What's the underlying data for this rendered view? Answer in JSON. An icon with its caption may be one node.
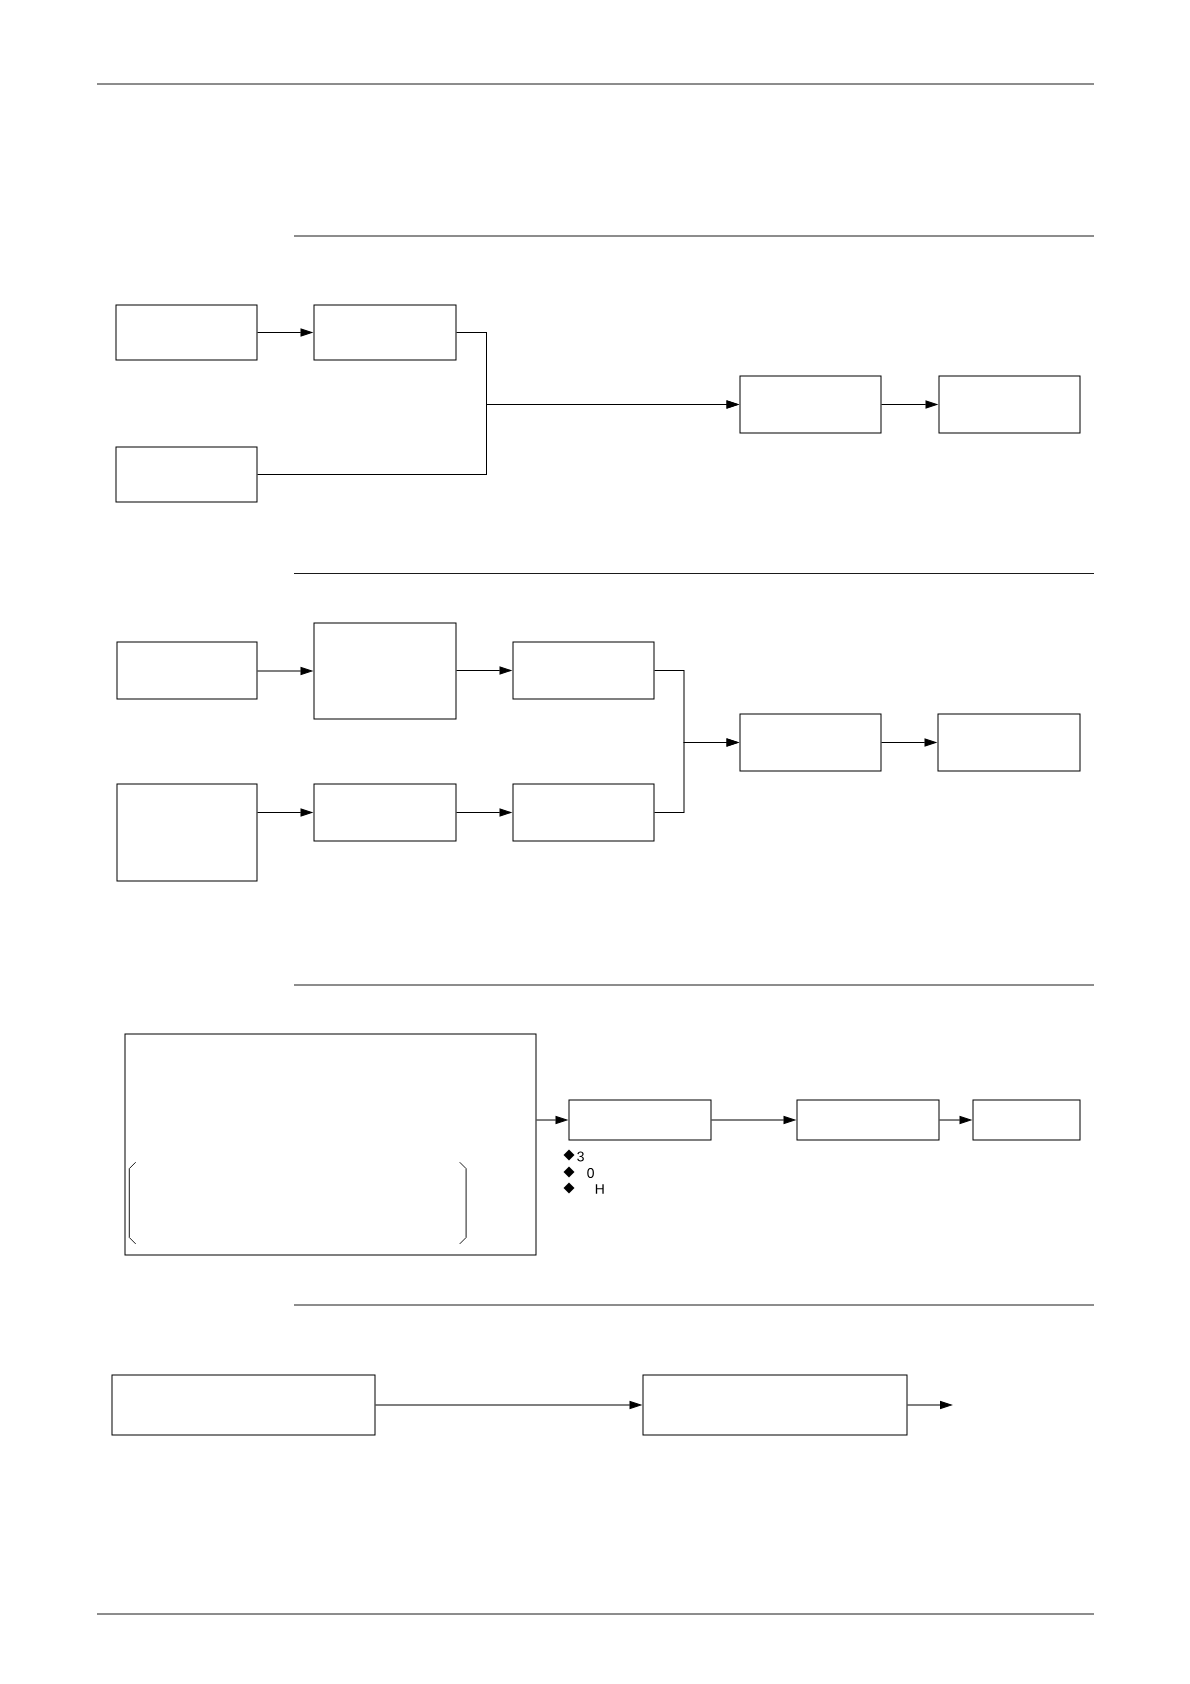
{
  "diagram": {
    "nodes": [
      {
        "text": [],
        "shape": "box"
      },
      {
        "text": [],
        "shape": "box"
      },
      {
        "text": [],
        "shape": "box"
      },
      {
        "text": [],
        "shape": "box"
      },
      {
        "text": [],
        "shape": "box"
      },
      {
        "text": [],
        "shape": "box"
      },
      {
        "text": [],
        "shape": "box"
      },
      {
        "text": [],
        "shape": "box"
      },
      {
        "text": [],
        "shape": "box"
      },
      {
        "text": [],
        "shape": "box"
      },
      {
        "text": [],
        "shape": "box"
      },
      {
        "text": [],
        "shape": "box"
      },
      {
        "text": [],
        "shape": "box"
      },
      {
        "text": [],
        "shape": "box"
      },
      {
        "text": [],
        "shape": "box"
      },
      {
        "text": [],
        "shape": "box"
      },
      {
        "text": [],
        "shape": "box"
      },
      {
        "text": [],
        "shape": "box"
      },
      {
        "text": [],
        "shape": "box"
      }
    ],
    "edges": [
      {
        "from": 0,
        "to": 1,
        "arrow": "to"
      },
      {
        "from": 1,
        "to": 3,
        "arrow": "to"
      },
      {
        "from": 2,
        "to": 3,
        "arrow": "to"
      },
      {
        "from": 3,
        "to": 4,
        "arrow": "to"
      },
      {
        "from": 5,
        "to": 6,
        "arrow": "to"
      },
      {
        "from": 6,
        "to": 7,
        "arrow": "to"
      },
      {
        "from": 8,
        "to": 9,
        "arrow": "to"
      },
      {
        "from": 9,
        "to": 10,
        "arrow": "to"
      },
      {
        "from": 7,
        "to": 11,
        "arrow": "to"
      },
      {
        "from": 10,
        "to": 11,
        "arrow": "to"
      },
      {
        "from": 11,
        "to": 12,
        "arrow": "to"
      },
      {
        "from": 13,
        "to": 14,
        "arrow": "to"
      },
      {
        "from": 14,
        "to": 15,
        "arrow": "to"
      },
      {
        "from": 15,
        "to": 16,
        "arrow": "to"
      },
      {
        "from": 17,
        "to": 18,
        "arrow": "to"
      },
      {
        "from": 18,
        "to": null,
        "arrow": "to"
      }
    ],
    "labels": [
      "3",
      "0",
      "H"
    ]
  }
}
